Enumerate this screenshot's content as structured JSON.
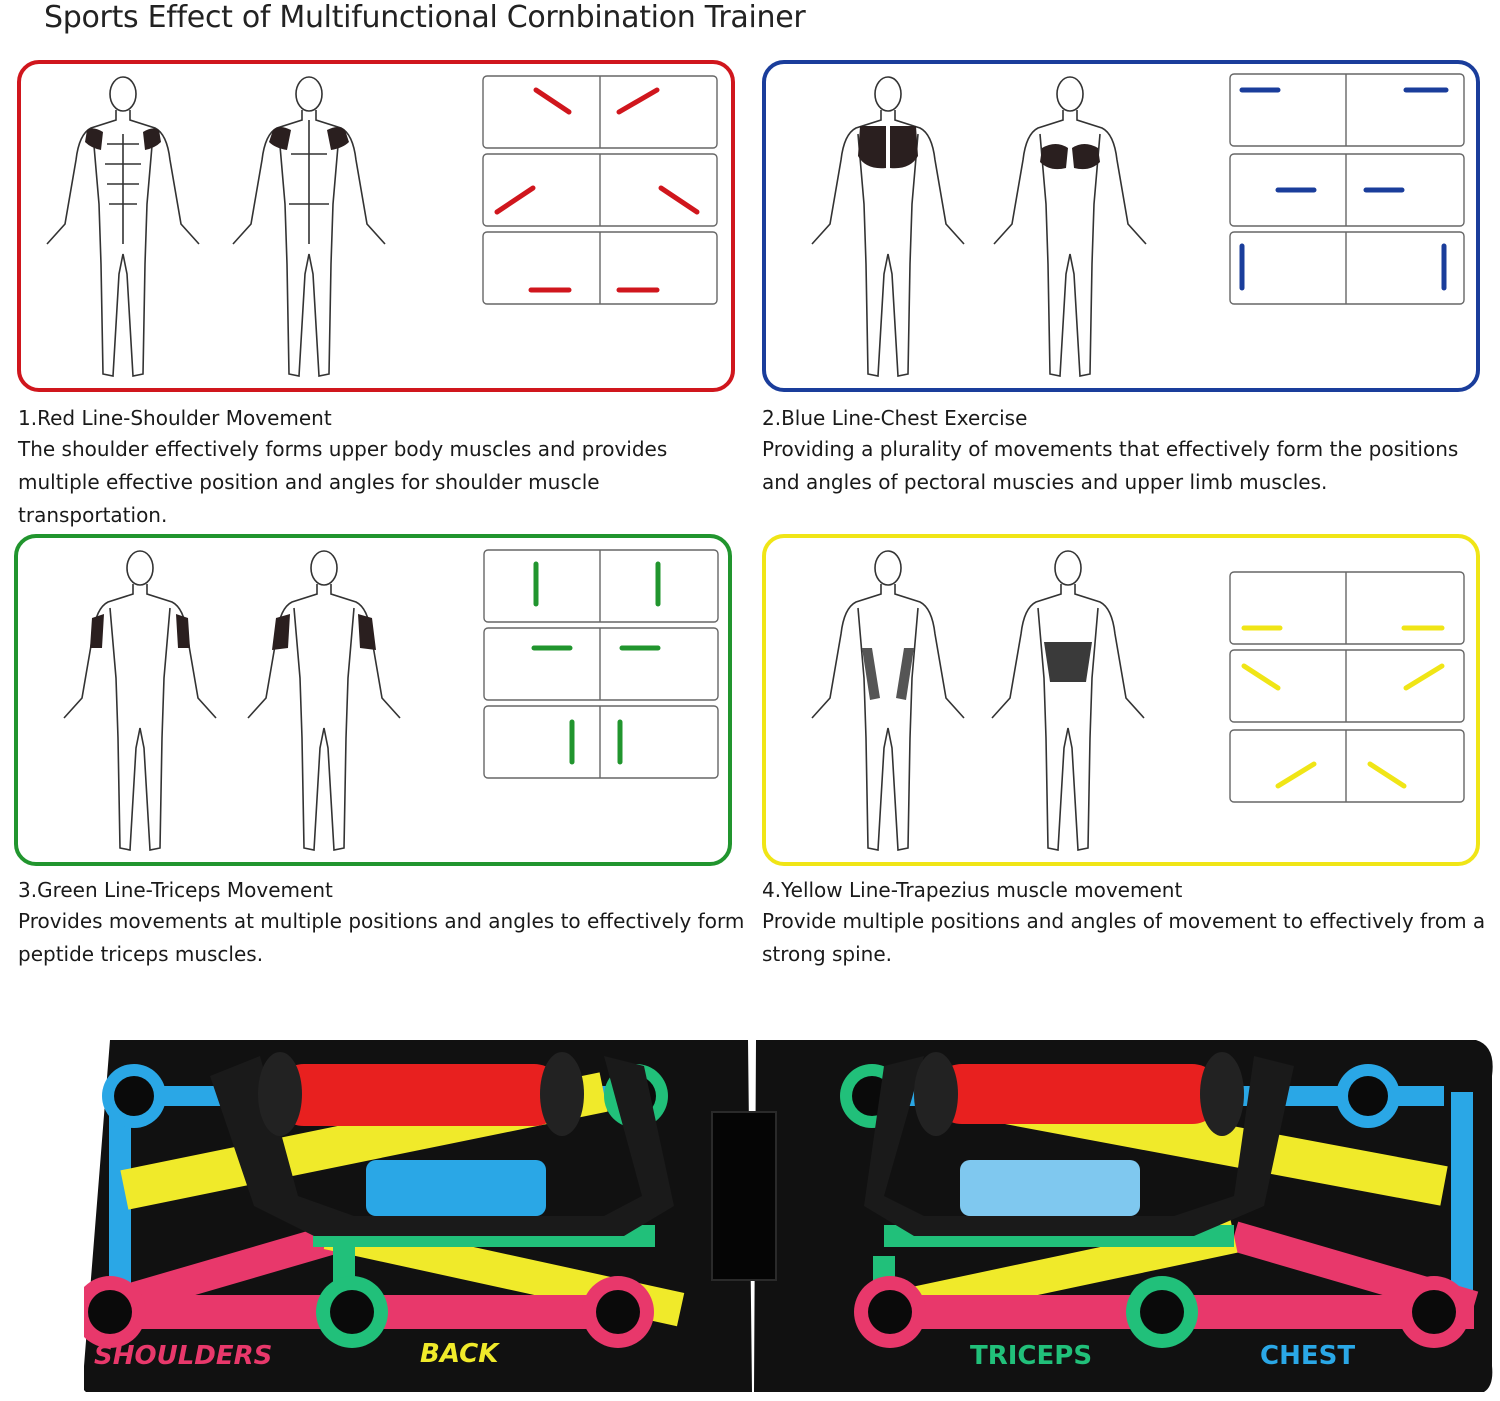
{
  "title": "Sports Effect of Multifunctional Cornbination Trainer",
  "panels": [
    {
      "id": "red",
      "color": "#d0161d",
      "caption_title": "1.Red Line-Shoulder Movement",
      "caption_body": "The shoulder effectively forms upper body muscles and provides multiple effective position and angles for shoulder muscle transportation."
    },
    {
      "id": "blue",
      "color": "#1a3d9b",
      "caption_title": "2.Blue Line-Chest Exercise",
      "caption_body": "Providing a plurality of movements that effectively form the positions and angles of pectoral muscies and upper limb muscles."
    },
    {
      "id": "green",
      "color": "#21952e",
      "caption_title": "3.Green Line-Triceps Movement",
      "caption_body": "Provides movements at multiple positions and angles to effectively form peptide triceps muscles."
    },
    {
      "id": "yellow",
      "color": "#f0e516",
      "caption_title": "4.Yellow Line-Trapezius muscle movement",
      "caption_body": "Provide multiple positions and angles of movement to effectively from a strong spine."
    }
  ],
  "board": {
    "labels": {
      "shoulders": "SHOULDERS",
      "back": "BACK",
      "triceps": "TRICEPS",
      "chest": "CHEST"
    },
    "colors": {
      "shoulders": "#e8386b",
      "back": "#f0ea2a",
      "triceps": "#21c07a",
      "chest": "#2aa7e6",
      "handle_grip": "#e8201f",
      "board": "#111111"
    }
  }
}
